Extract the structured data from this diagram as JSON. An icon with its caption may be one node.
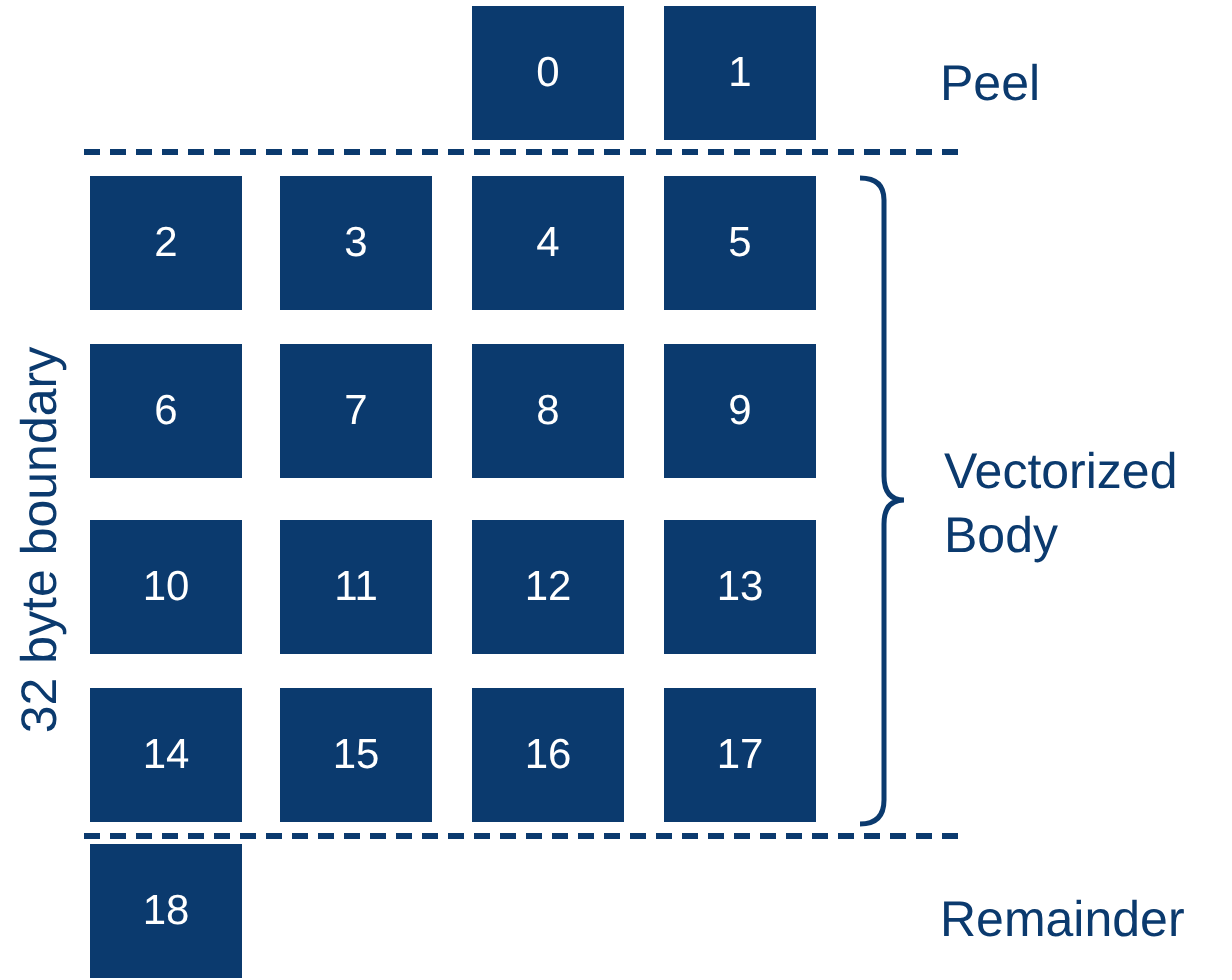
{
  "diagram": {
    "nodes": [
      {
        "text": [
          "0"
        ]
      },
      {
        "text": [
          "1"
        ]
      },
      {
        "text": [
          "2"
        ]
      },
      {
        "text": [
          "3"
        ]
      },
      {
        "text": [
          "4"
        ]
      },
      {
        "text": [
          "5"
        ]
      },
      {
        "text": [
          "6"
        ]
      },
      {
        "text": [
          "7"
        ]
      },
      {
        "text": [
          "8"
        ]
      },
      {
        "text": [
          "9"
        ]
      },
      {
        "text": [
          "10"
        ]
      },
      {
        "text": [
          "11"
        ]
      },
      {
        "text": [
          "12"
        ]
      },
      {
        "text": [
          "13"
        ]
      },
      {
        "text": [
          "14"
        ]
      },
      {
        "text": [
          "15"
        ]
      },
      {
        "text": [
          "16"
        ]
      },
      {
        "text": [
          "17"
        ]
      },
      {
        "text": [
          "18"
        ]
      }
    ],
    "labels": [
      "Peel",
      "Vectorized Body",
      "32 byte boundary",
      "Remainder"
    ]
  }
}
